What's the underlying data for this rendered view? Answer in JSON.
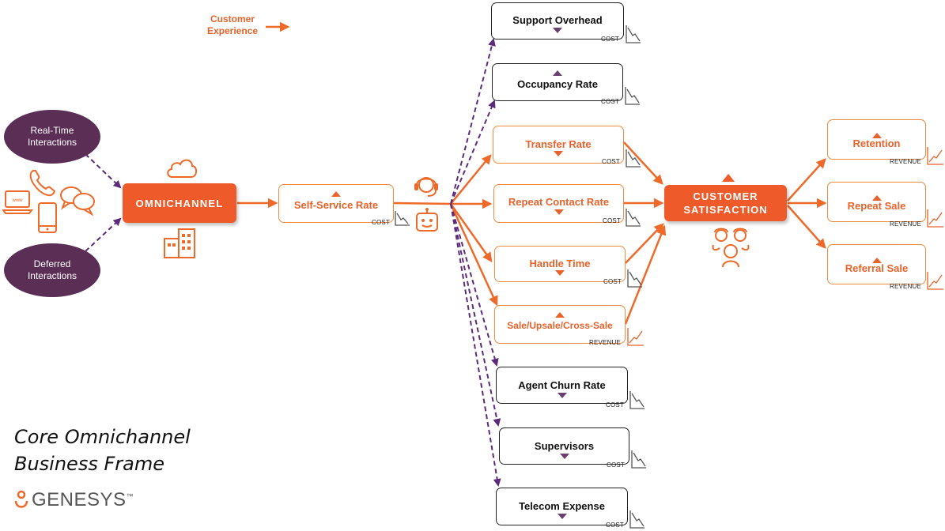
{
  "legend": {
    "line1": "Customer",
    "line2": "Experience"
  },
  "ovals": {
    "realtime": {
      "line1": "Real-Time",
      "line2": "Interactions"
    },
    "deferred": {
      "line1": "Deferred",
      "line2": "Interactions"
    }
  },
  "omnichannel": "OMNICHANNEL",
  "self_service": {
    "label": "Self-Service Rate",
    "tag": "COST"
  },
  "cost_boxes": [
    {
      "label": "Support Overhead",
      "tag": "COST",
      "trend": "down"
    },
    {
      "label": "Occupancy Rate",
      "tag": "COST",
      "trend": "up"
    },
    {
      "label": "Agent Churn Rate",
      "tag": "COST",
      "trend": "down"
    },
    {
      "label": "Supervisors",
      "tag": "COST",
      "trend": "down"
    },
    {
      "label": "Telecom Expense",
      "tag": "COST",
      "trend": "down"
    }
  ],
  "middle_boxes": [
    {
      "label": "Transfer Rate",
      "tag": "COST",
      "trend": "down"
    },
    {
      "label": "Repeat Contact Rate",
      "tag": "COST",
      "trend": "down"
    },
    {
      "label": "Handle Time",
      "tag": "COST",
      "trend": "down"
    },
    {
      "label": "Sale/Upsale/Cross-Sale",
      "tag": "REVENUE",
      "trend": "up"
    }
  ],
  "csat": {
    "line1": "CUSTOMER",
    "line2": "SATISFACTION"
  },
  "revenue_boxes": [
    {
      "label": "Retention",
      "tag": "REVENUE",
      "trend": "up"
    },
    {
      "label": "Repeat Sale",
      "tag": "REVENUE",
      "trend": "up"
    },
    {
      "label": "Referral Sale",
      "tag": "REVENUE",
      "trend": "up"
    }
  ],
  "frame_title": {
    "line1": "Core Omnichannel",
    "line2": "Business Frame"
  },
  "brand": "GENESYS",
  "trademark": "™",
  "icons": [
    "laptop-www-icon",
    "phone-icon",
    "chat-bubbles-icon",
    "mobile-icon",
    "cloud-icon",
    "building-icon",
    "headset-icon",
    "chatbot-icon",
    "happy-customers-icon",
    "cost-down-chart-icon",
    "revenue-up-chart-icon",
    "genesys-logo-icon"
  ],
  "colors": {
    "orange": "#ee5a2a",
    "orange_light": "#f08a3c",
    "purple": "#5b2e56",
    "dash_purple": "#5b2a7a"
  }
}
